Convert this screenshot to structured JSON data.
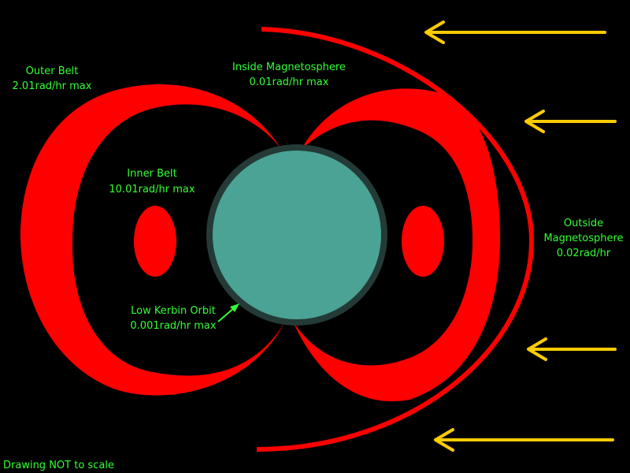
{
  "labels": {
    "outer_belt": {
      "name": "Outer Belt",
      "value": "2.01rad/hr max"
    },
    "inside_magnetosphere": {
      "name": "Inside Magnetosphere",
      "value": "0.01rad/hr max"
    },
    "inner_belt": {
      "name": "Inner Belt",
      "value": "10.01rad/hr max"
    },
    "outside_magnetosphere": {
      "name_line1": "Outside",
      "name_line2": "Magnetosphere",
      "value": "0.02rad/hr"
    },
    "low_orbit": {
      "name": "Low Kerbin Orbit",
      "value": "0.001rad/hr max"
    },
    "footnote": "Drawing NOT to scale"
  },
  "colors": {
    "background": "#000000",
    "belt": "#ff0000",
    "planet": "#4aa394",
    "planet_ring": "#243a36",
    "arrows": "#ffcc00",
    "text": "#33ff33"
  },
  "icons": {
    "planet": "planet-icon",
    "solar_wind_arrow": "solar-wind-arrow-icon",
    "pointer_arrow": "pointer-arrow-icon"
  }
}
